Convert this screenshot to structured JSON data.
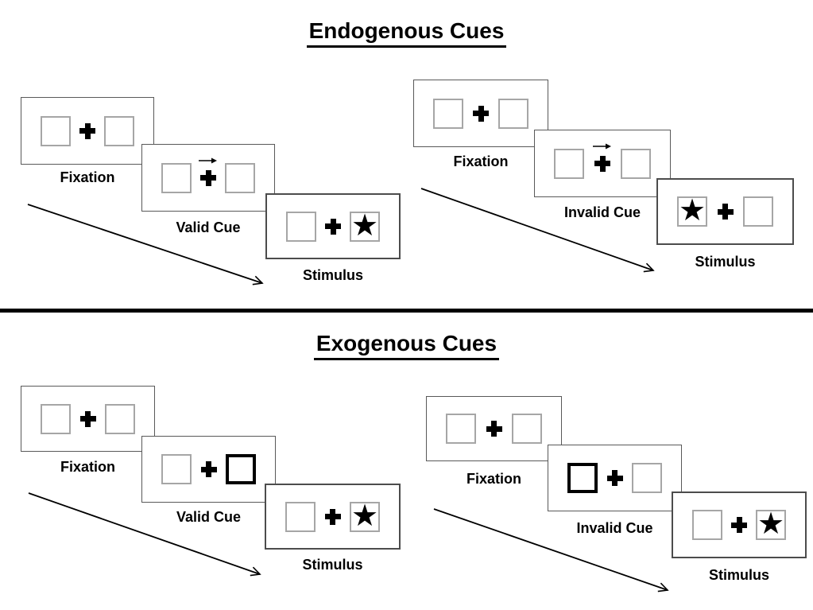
{
  "slide": {
    "background": "#ffffff",
    "divider_color": "#000000"
  },
  "colors": {
    "panel_border": "#595959",
    "box_border": "#a6a6a6",
    "highlight_box_border": "#000000",
    "ink": "#000000"
  },
  "glyphs": {
    "star": "★"
  },
  "sections": [
    {
      "title": "Endogenous Cues",
      "groups": [
        {
          "name": "endogenous-valid",
          "cue_style": "central-arrow-right",
          "panels": [
            {
              "label": "Fixation",
              "left_box": "empty",
              "right_box": "empty"
            },
            {
              "label": "Valid Cue",
              "left_box": "empty",
              "right_box": "empty",
              "cue": "arrow-right-above-cross"
            },
            {
              "label": "Stimulus",
              "left_box": "empty",
              "right_box": "star"
            }
          ]
        },
        {
          "name": "endogenous-invalid",
          "cue_style": "central-arrow-right",
          "panels": [
            {
              "label": "Fixation",
              "left_box": "empty",
              "right_box": "empty"
            },
            {
              "label": "Invalid Cue",
              "left_box": "empty",
              "right_box": "empty",
              "cue": "arrow-right-above-cross"
            },
            {
              "label": "Stimulus",
              "left_box": "star",
              "right_box": "empty"
            }
          ]
        }
      ]
    },
    {
      "title": "Exogenous Cues",
      "groups": [
        {
          "name": "exogenous-valid",
          "cue_style": "peripheral-box-highlight",
          "panels": [
            {
              "label": "Fixation",
              "left_box": "empty",
              "right_box": "empty"
            },
            {
              "label": "Valid Cue",
              "left_box": "empty",
              "right_box": "highlighted"
            },
            {
              "label": "Stimulus",
              "left_box": "empty",
              "right_box": "star"
            }
          ]
        },
        {
          "name": "exogenous-invalid",
          "cue_style": "peripheral-box-highlight",
          "panels": [
            {
              "label": "Fixation",
              "left_box": "empty",
              "right_box": "empty"
            },
            {
              "label": "Invalid Cue",
              "left_box": "highlighted",
              "right_box": "empty"
            },
            {
              "label": "Stimulus",
              "left_box": "empty",
              "right_box": "star"
            }
          ]
        }
      ]
    }
  ]
}
